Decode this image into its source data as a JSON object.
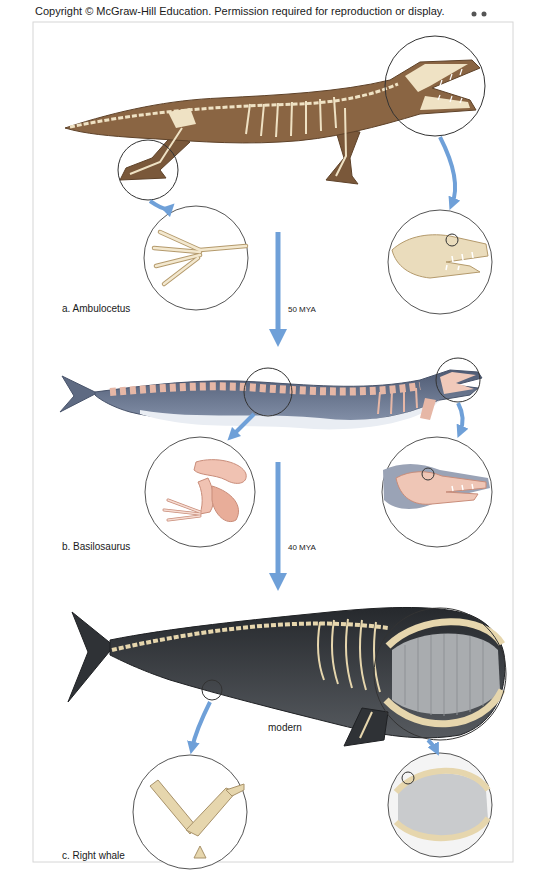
{
  "diagram": {
    "labels": [
      "Copyright © McGraw-Hill Education. Permission required for reproduction or display.",
      "a. Ambulocetus",
      "50 MYA",
      "b. Basilosaurus",
      "40 MYA",
      "modern",
      "c. Right whale"
    ]
  }
}
